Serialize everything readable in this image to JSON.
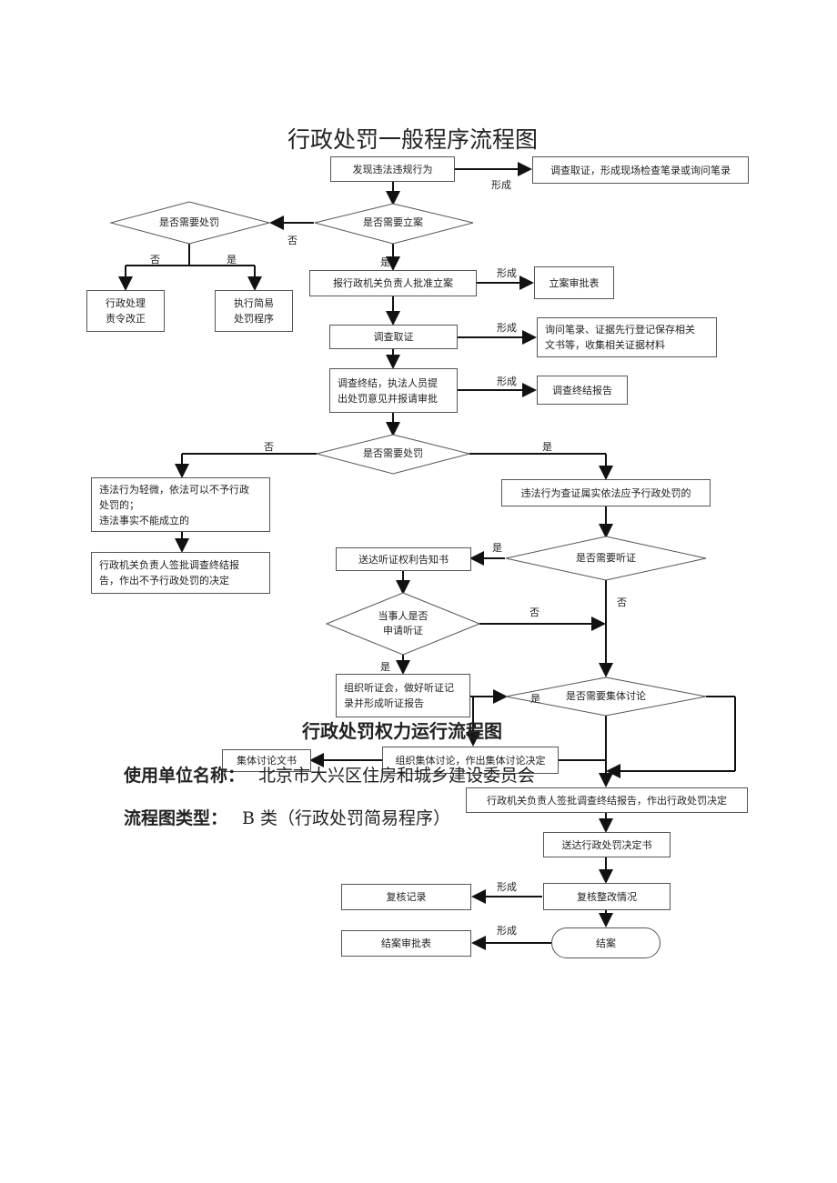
{
  "title": "行政处罚一般程序流程图",
  "boxes": {
    "discover": "发现违法违规行为",
    "investigate_record": "调查取证，形成现场检查笔录或询问笔录",
    "treat_correct": "行政处理\n责令改正",
    "simple_procedure": "执行简易\n处罚程序",
    "report_approve": "报行政机关负责人批准立案",
    "filing_form": "立案审批表",
    "investigation": "调查取证",
    "interview_notes": "询问笔录、证据先行登记保存相关\n文书等，收集相关证据材料",
    "investigation_end": "调查终结，执法人员提\n出处罚意见并报请审批",
    "investigation_report": "调查终结报告",
    "minor_violation": "违法行为轻微，依法可以不予行政\n处罚的；\n违法事实不能成立的",
    "no_penalty_decision": "行政机关负责人签批调查终结报\n告，作出不予行政处罚的决定",
    "should_penalize": "违法行为查证属实依法应予行政处罚的",
    "hearing_notice": "送达听证权利告知书",
    "organize_hearing": "组织听证会，做好听证记\n录并形成听证报告",
    "group_doc": "集体讨论文书",
    "group_discussion": "组织集体讨论，作出集体讨论决定",
    "sign_decision": "行政机关负责人签批调查终结报告，作出行政处罚决定",
    "deliver_decision": "送达行政处罚决定书",
    "review_record": "复核记录",
    "review_rectify": "复核整改情况",
    "close_form": "结案审批表",
    "close_case": "结案"
  },
  "diamonds": {
    "need_penalty_top": "是否需要处罚",
    "need_filing": "是否需要立案",
    "need_penalty_mid": "是否需要处罚",
    "need_hearing": "是否需要听证",
    "party_apply": "当事人是否\n申请听证",
    "need_group": "是否需要集体讨论"
  },
  "labels": {
    "form": "形成",
    "yes": "是",
    "no": "否"
  },
  "overlay": {
    "heading": "行政处罚权力运行流程图",
    "unit_label": "使用单位名称：",
    "unit_value": "北京市大兴区住房和城乡建设委员会",
    "type_label": "流程图类型：",
    "type_value": "B 类（行政处罚简易程序）"
  }
}
